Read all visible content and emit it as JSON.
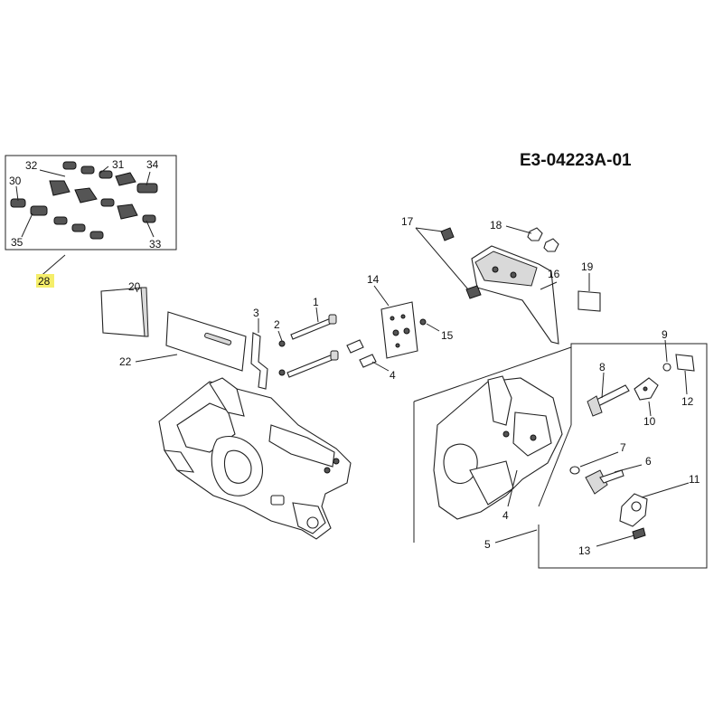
{
  "diagram": {
    "code": "E3-04223A-01",
    "labels": {
      "p1": "1",
      "p2": "2",
      "p3": "3",
      "p4a": "4",
      "p4b": "4",
      "p5": "5",
      "p6": "6",
      "p7": "7",
      "p8": "8",
      "p9": "9",
      "p10": "10",
      "p11": "11",
      "p12": "12",
      "p13": "13",
      "p14": "14",
      "p15": "15",
      "p16": "16",
      "p17": "17",
      "p18": "18",
      "p19": "19",
      "p20": "20",
      "p22": "22",
      "p28": "28",
      "p30": "30",
      "p31": "31",
      "p32": "32",
      "p33": "33",
      "p34": "34",
      "p35": "35"
    },
    "colors": {
      "highlight": "#f5ee6a",
      "ink": "#222222"
    }
  }
}
